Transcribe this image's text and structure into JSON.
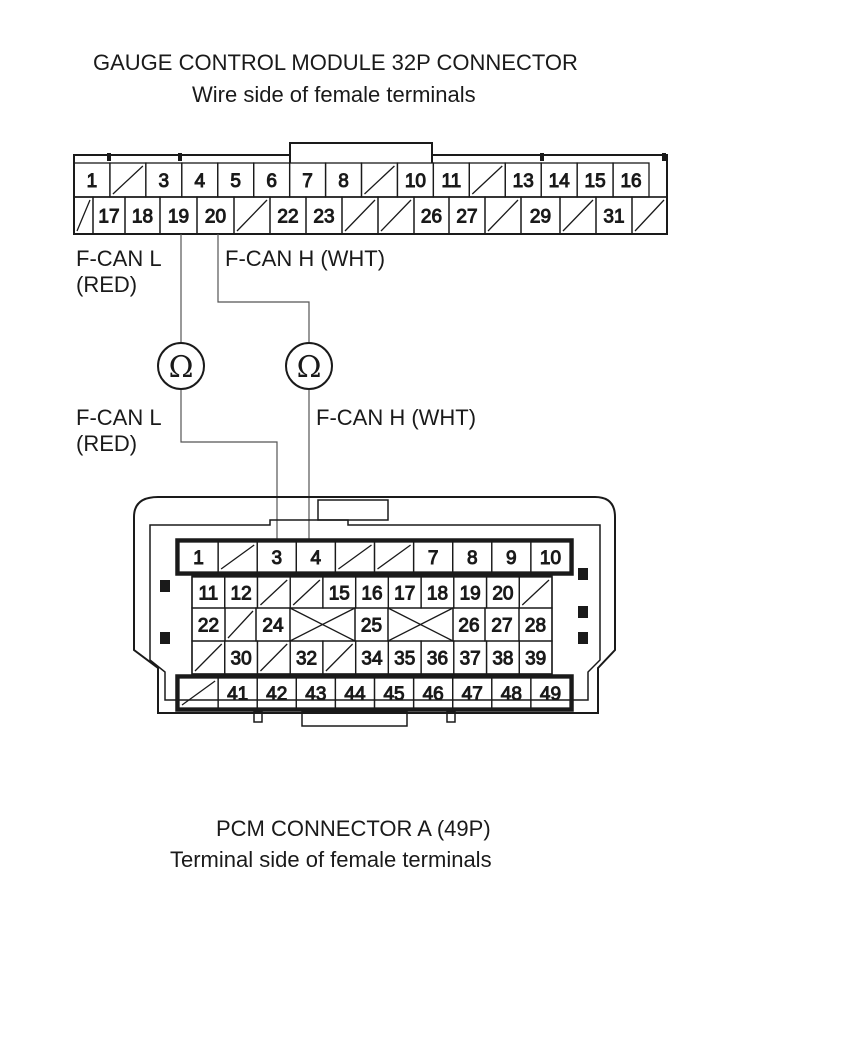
{
  "gcm": {
    "title": "GAUGE CONTROL MODULE 32P CONNECTOR",
    "subtitle": "Wire side of female terminals",
    "row1": [
      "1",
      "",
      "3",
      "4",
      "5",
      "6",
      "7",
      "8",
      "",
      "10",
      "11",
      "",
      "13",
      "14",
      "15",
      "16"
    ],
    "row2": [
      "",
      "17",
      "18",
      "19",
      "20",
      "",
      "22",
      "23",
      "",
      "",
      "26",
      "27",
      "",
      "29",
      "",
      "31",
      ""
    ]
  },
  "wires": {
    "fcan_l": "F-CAN L",
    "fcan_l_color": "(RED)",
    "fcan_h": "F-CAN H (WHT)",
    "ohm_symbol": "Ω",
    "meter_icon": "ohmmeter-icon"
  },
  "pcm": {
    "title": "PCM CONNECTOR A (49P)",
    "subtitle": "Terminal side of female terminals",
    "row1": [
      "1",
      "",
      "3",
      "4",
      "",
      "",
      "7",
      "8",
      "9",
      "10"
    ],
    "row2": [
      "11",
      "12",
      "",
      "",
      "15",
      "16",
      "17",
      "18",
      "19",
      "20",
      ""
    ],
    "row3": [
      "22",
      "",
      "24",
      "X",
      "25",
      "X",
      "26",
      "27",
      "28"
    ],
    "row4": [
      "",
      "30",
      "",
      "32",
      "",
      "34",
      "35",
      "36",
      "37",
      "38",
      "39"
    ],
    "row5": [
      "",
      "41",
      "42",
      "43",
      "44",
      "45",
      "46",
      "47",
      "48",
      "49"
    ]
  }
}
